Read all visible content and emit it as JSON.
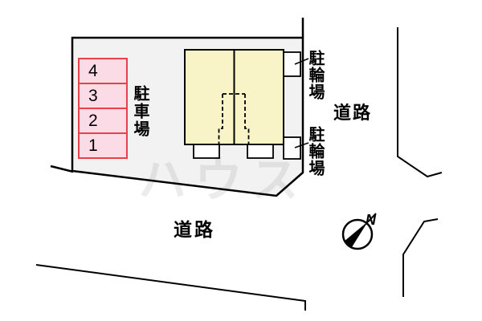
{
  "diagram": {
    "type": "property-site-plan",
    "watermark": "ハウス"
  },
  "parking": {
    "label": "駐車場",
    "spaces": [
      "4",
      "3",
      "2",
      "1"
    ]
  },
  "bicycle": {
    "top_label": "駐輪場",
    "bottom_label": "駐輪場"
  },
  "roads": {
    "right_label": "道路",
    "bottom_label": "道路"
  },
  "compass": {
    "north": "N"
  },
  "colors": {
    "site_fill": "#F2F2F2",
    "building_fill": "#F9F4C8",
    "parking_fill": "#FBDCE6",
    "parking_border": "#E8414B",
    "line": "#000000"
  }
}
